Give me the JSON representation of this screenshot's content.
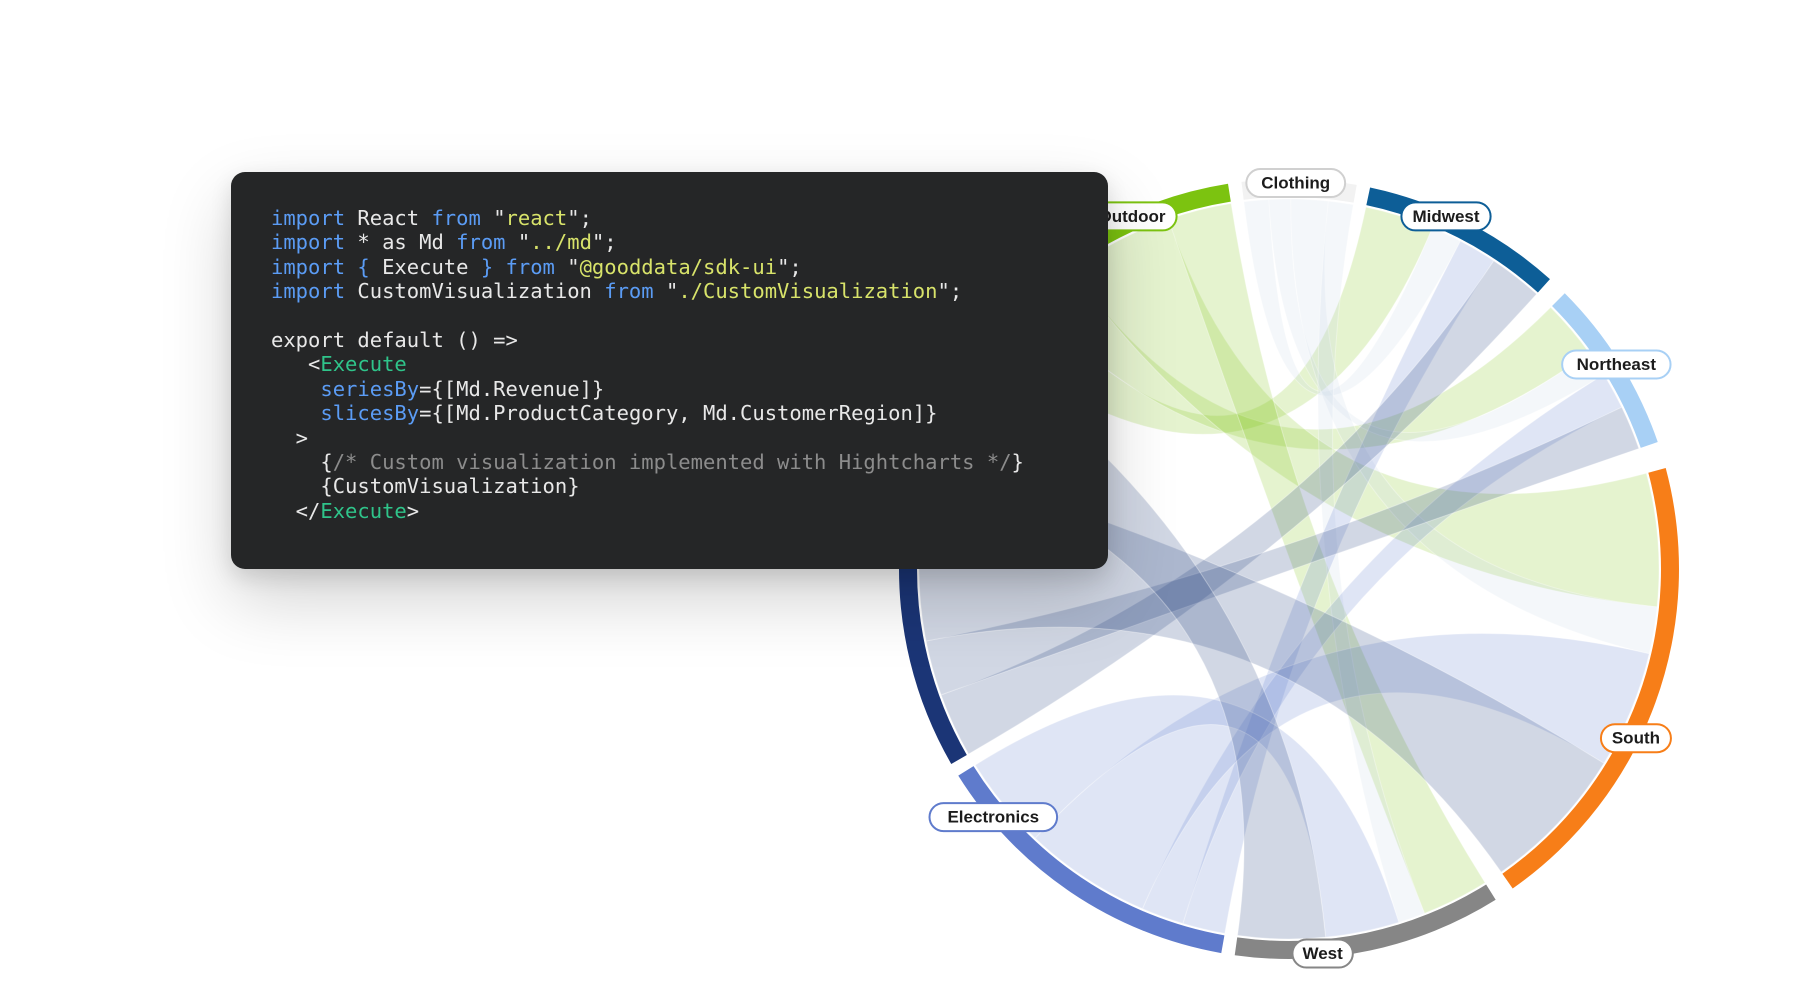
{
  "code": {
    "lines": [
      [
        {
          "t": "import",
          "c": "kw"
        },
        {
          "t": " React ",
          "c": "plain"
        },
        {
          "t": "from",
          "c": "kw"
        },
        {
          "t": " ",
          "c": "plain"
        },
        {
          "t": "\"",
          "c": "plain"
        },
        {
          "t": "react",
          "c": "str"
        },
        {
          "t": "\";",
          "c": "plain"
        }
      ],
      [
        {
          "t": "import",
          "c": "kw"
        },
        {
          "t": " * as Md ",
          "c": "plain"
        },
        {
          "t": "from",
          "c": "kw"
        },
        {
          "t": " \"",
          "c": "plain"
        },
        {
          "t": "../md",
          "c": "str"
        },
        {
          "t": "\";",
          "c": "plain"
        }
      ],
      [
        {
          "t": "import",
          "c": "kw"
        },
        {
          "t": " { ",
          "c": "kw"
        },
        {
          "t": "Execute",
          "c": "plain"
        },
        {
          "t": " } ",
          "c": "kw"
        },
        {
          "t": "from",
          "c": "kw"
        },
        {
          "t": " \"",
          "c": "plain"
        },
        {
          "t": "@gooddata/sdk-ui",
          "c": "str"
        },
        {
          "t": "\";",
          "c": "plain"
        }
      ],
      [
        {
          "t": "import",
          "c": "kw"
        },
        {
          "t": " CustomVisualization ",
          "c": "plain"
        },
        {
          "t": "from",
          "c": "kw"
        },
        {
          "t": " \"",
          "c": "plain"
        },
        {
          "t": "./CustomVisualization",
          "c": "str"
        },
        {
          "t": "\";",
          "c": "plain"
        }
      ],
      [],
      [
        {
          "t": "export default () =>",
          "c": "plain"
        }
      ],
      [
        {
          "t": "   <",
          "c": "plain"
        },
        {
          "t": "Execute",
          "c": "tag"
        }
      ],
      [
        {
          "t": "    ",
          "c": "plain"
        },
        {
          "t": "seriesBy",
          "c": "attr"
        },
        {
          "t": "={[Md.Revenue]}",
          "c": "plain"
        }
      ],
      [
        {
          "t": "    ",
          "c": "plain"
        },
        {
          "t": "slicesBy",
          "c": "attr"
        },
        {
          "t": "={[Md.ProductCategory, Md.CustomerRegion]}",
          "c": "plain"
        }
      ],
      [
        {
          "t": "  >",
          "c": "plain"
        }
      ],
      [
        {
          "t": "    {",
          "c": "plain"
        },
        {
          "t": "/* Custom visualization implemented with Hightcharts */",
          "c": "cm"
        },
        {
          "t": "}",
          "c": "plain"
        }
      ],
      [
        {
          "t": "    {CustomVisualization}",
          "c": "plain"
        }
      ],
      [
        {
          "t": "  </",
          "c": "plain"
        },
        {
          "t": "Execute",
          "c": "tag"
        },
        {
          "t": ">",
          "c": "plain"
        }
      ]
    ]
  },
  "chart_data": {
    "type": "chord",
    "title": "",
    "nodes": [
      {
        "name": "Clothing",
        "color": "#f2f2f2",
        "angle_start": -7,
        "angle_end": 10
      },
      {
        "name": "Midwest",
        "color": "#0d5e97",
        "angle_start": 12,
        "angle_end": 42
      },
      {
        "name": "Northeast",
        "color": "#a8d0f5",
        "angle_start": 45,
        "angle_end": 71
      },
      {
        "name": "South",
        "color": "#f77e18",
        "angle_start": 75,
        "angle_end": 145
      },
      {
        "name": "West",
        "color": "#868686",
        "angle_start": 148,
        "angle_end": 188
      },
      {
        "name": "Electronics",
        "color": "#5f7bcc",
        "angle_start": 190,
        "angle_end": 238
      },
      {
        "name": "",
        "color": "#1b3576",
        "angle_start": 240,
        "angle_end": 305
      },
      {
        "name": "Outdoor",
        "color": "#7cc310",
        "angle_start": 307,
        "angle_end": 351
      }
    ],
    "links": [
      {
        "from": "Outdoor",
        "to": "Midwest",
        "weight": 18
      },
      {
        "from": "Outdoor",
        "to": "Northeast",
        "weight": 16
      },
      {
        "from": "Outdoor",
        "to": "South",
        "weight": 34
      },
      {
        "from": "Outdoor",
        "to": "West",
        "weight": 20
      },
      {
        "from": "Clothing",
        "to": "Midwest",
        "weight": 8
      },
      {
        "from": "Clothing",
        "to": "Northeast",
        "weight": 7
      },
      {
        "from": "Clothing",
        "to": "South",
        "weight": 12
      },
      {
        "from": "Clothing",
        "to": "West",
        "weight": 8
      },
      {
        "from": "Electronics",
        "to": "Midwest",
        "weight": 10
      },
      {
        "from": "Electronics",
        "to": "Northeast",
        "weight": 10
      },
      {
        "from": "Electronics",
        "to": "South",
        "weight": 30
      },
      {
        "from": "Electronics",
        "to": "West",
        "weight": 22
      },
      {
        "from": "",
        "to": "Midwest",
        "weight": 14
      },
      {
        "from": "",
        "to": "Northeast",
        "weight": 12
      },
      {
        "from": "",
        "to": "South",
        "weight": 38
      },
      {
        "from": "",
        "to": "West",
        "weight": 26
      }
    ]
  }
}
